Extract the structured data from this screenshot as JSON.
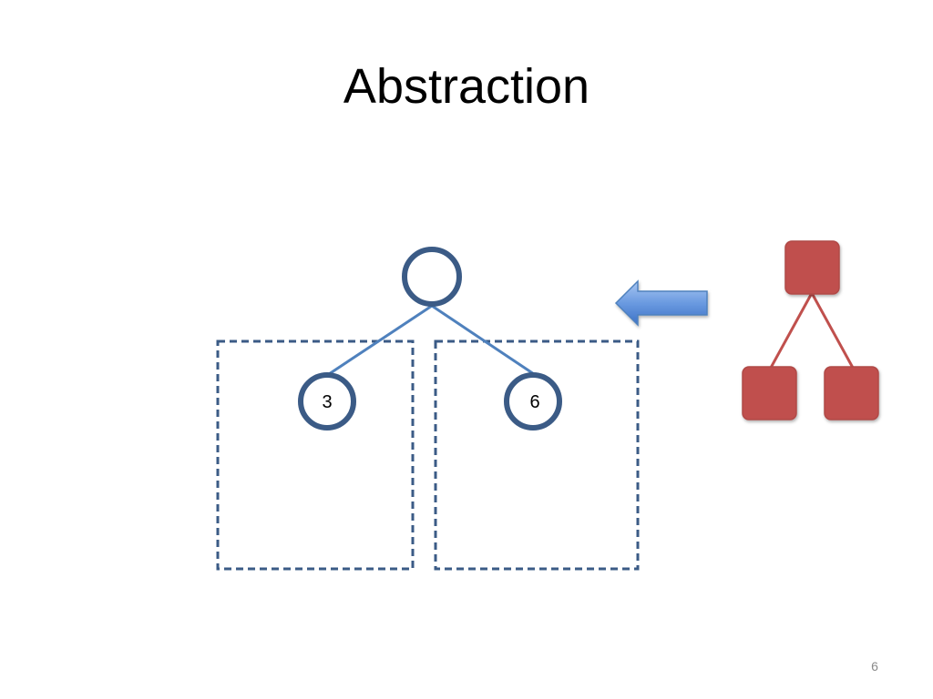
{
  "slide": {
    "title": "Abstraction",
    "page_number": "6"
  },
  "tree": {
    "left_child_value": "3",
    "right_child_value": "6"
  },
  "colors": {
    "node_stroke": "#3b5b86",
    "edge": "#4f81bd",
    "dashed_box": "#3b5b86",
    "arrow_fill": "#6a9ae0",
    "arrow_stroke": "#4f81bd",
    "red_node": "#c0504d",
    "red_node_stroke": "#a84441"
  }
}
